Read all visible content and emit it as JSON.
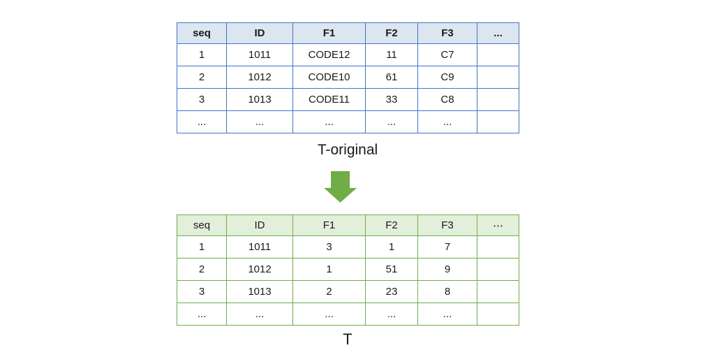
{
  "tables": [
    {
      "label": "T-original",
      "columns": [
        "seq",
        "ID",
        "F1",
        "F2",
        "F3",
        "..."
      ],
      "rows": [
        [
          "1",
          "1011",
          "CODE12",
          "11",
          "C7",
          ""
        ],
        [
          "2",
          "1012",
          "CODE10",
          "61",
          "C9",
          ""
        ],
        [
          "3",
          "1013",
          "CODE11",
          "33",
          "C8",
          ""
        ],
        [
          "...",
          "...",
          "...",
          "...",
          "...",
          ""
        ]
      ],
      "colors": {
        "border": "#4472C4",
        "header_bg": "#DCE6F1",
        "text": "#1A1A1A"
      }
    },
    {
      "label": "T",
      "columns": [
        "seq",
        "ID",
        "F1",
        "F2",
        "F3",
        "⋯"
      ],
      "rows": [
        [
          "1",
          "1011",
          "3",
          "1",
          "7",
          ""
        ],
        [
          "2",
          "1012",
          "1",
          "51",
          "9",
          ""
        ],
        [
          "3",
          "1013",
          "2",
          "23",
          "8",
          ""
        ],
        [
          "...",
          "...",
          "...",
          "...",
          "...",
          ""
        ]
      ],
      "colors": {
        "border": "#70AD47",
        "header_bg": "#E2EFDA",
        "text": "#1A1A1A"
      }
    }
  ],
  "arrow": {
    "name": "down-arrow",
    "color": "#70AD47"
  }
}
